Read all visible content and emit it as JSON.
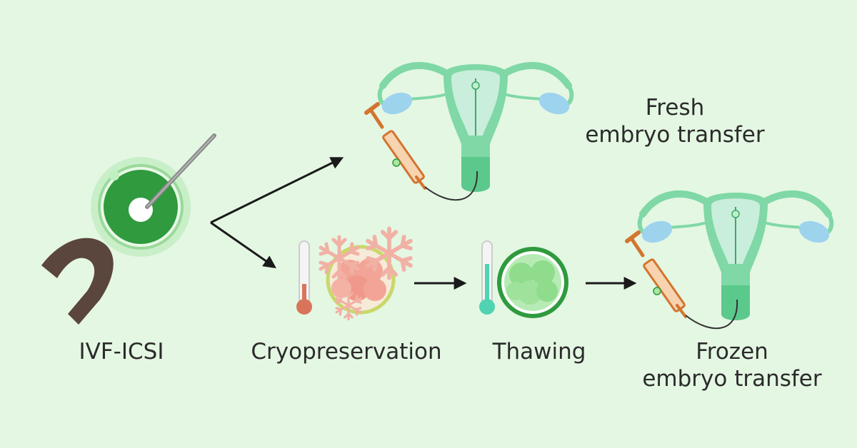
{
  "steps": {
    "ivf": "IVF-ICSI",
    "cryo": "Cryopreservation",
    "thawing": "Thawing",
    "fresh_line1": "Fresh",
    "fresh_line2": "embryo transfer",
    "frozen_line1": "Frozen",
    "frozen_line2": "embryo transfer"
  },
  "colors": {
    "background": "#e4f7e3",
    "embryo_green": "#2f9a3e",
    "uterus_green": "#7fd8a6",
    "ovary_blue": "#9ed3ee",
    "frozen_pink": "#f2b1a5",
    "syringe_orange": "#e59a57",
    "arrow": "#1a1a1a"
  },
  "icons": [
    "micropipette-icon",
    "holding-pipette-icon",
    "oocyte-icon",
    "thermometer-cold-icon",
    "thermometer-warm-icon",
    "snowflake-icon",
    "frozen-embryo-icon",
    "thawed-embryo-icon",
    "syringe-icon",
    "uterus-icon"
  ]
}
